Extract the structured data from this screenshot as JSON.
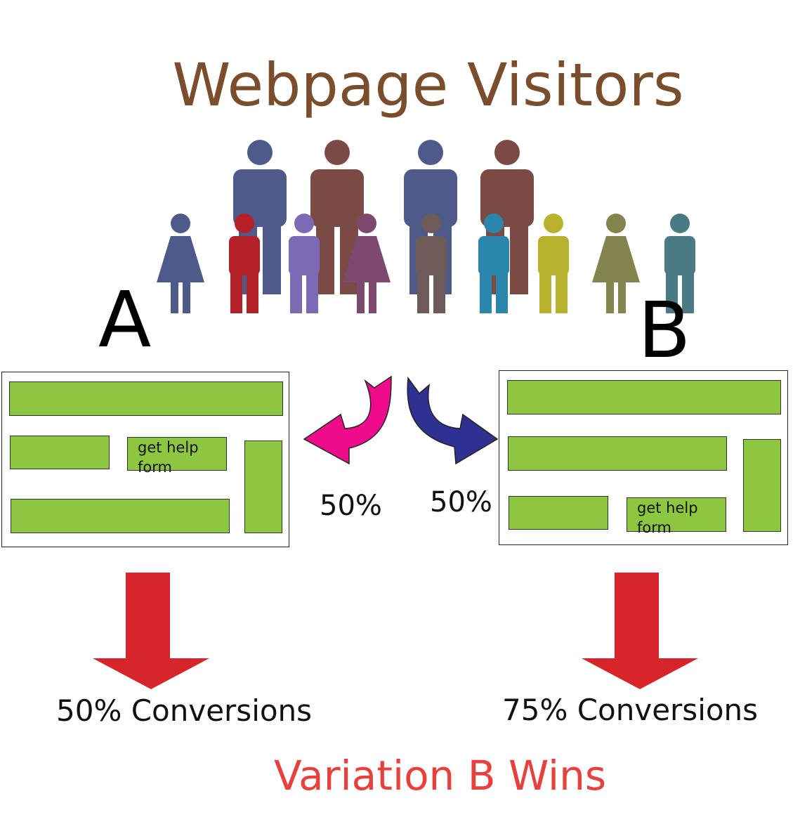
{
  "title": "Webpage Visitors",
  "variant_a": {
    "letter": "A",
    "split": "50%",
    "form_label": "get help form",
    "result": "50% Conversions"
  },
  "variant_b": {
    "letter": "B",
    "split": "50%",
    "form_label": "get help form",
    "result": "75% Conversions"
  },
  "conclusion": "Variation B Wins",
  "colors": {
    "title": "#7a4e2c",
    "block_green": "#8dc63f",
    "arrow_pink": "#ec0c8c",
    "arrow_navy": "#2e3192",
    "arrow_red": "#d7262b",
    "conclusion": "#e8403d"
  },
  "icons": [
    "person-icon",
    "curved-arrow-left-icon",
    "curved-arrow-right-icon",
    "down-arrow-icon"
  ]
}
